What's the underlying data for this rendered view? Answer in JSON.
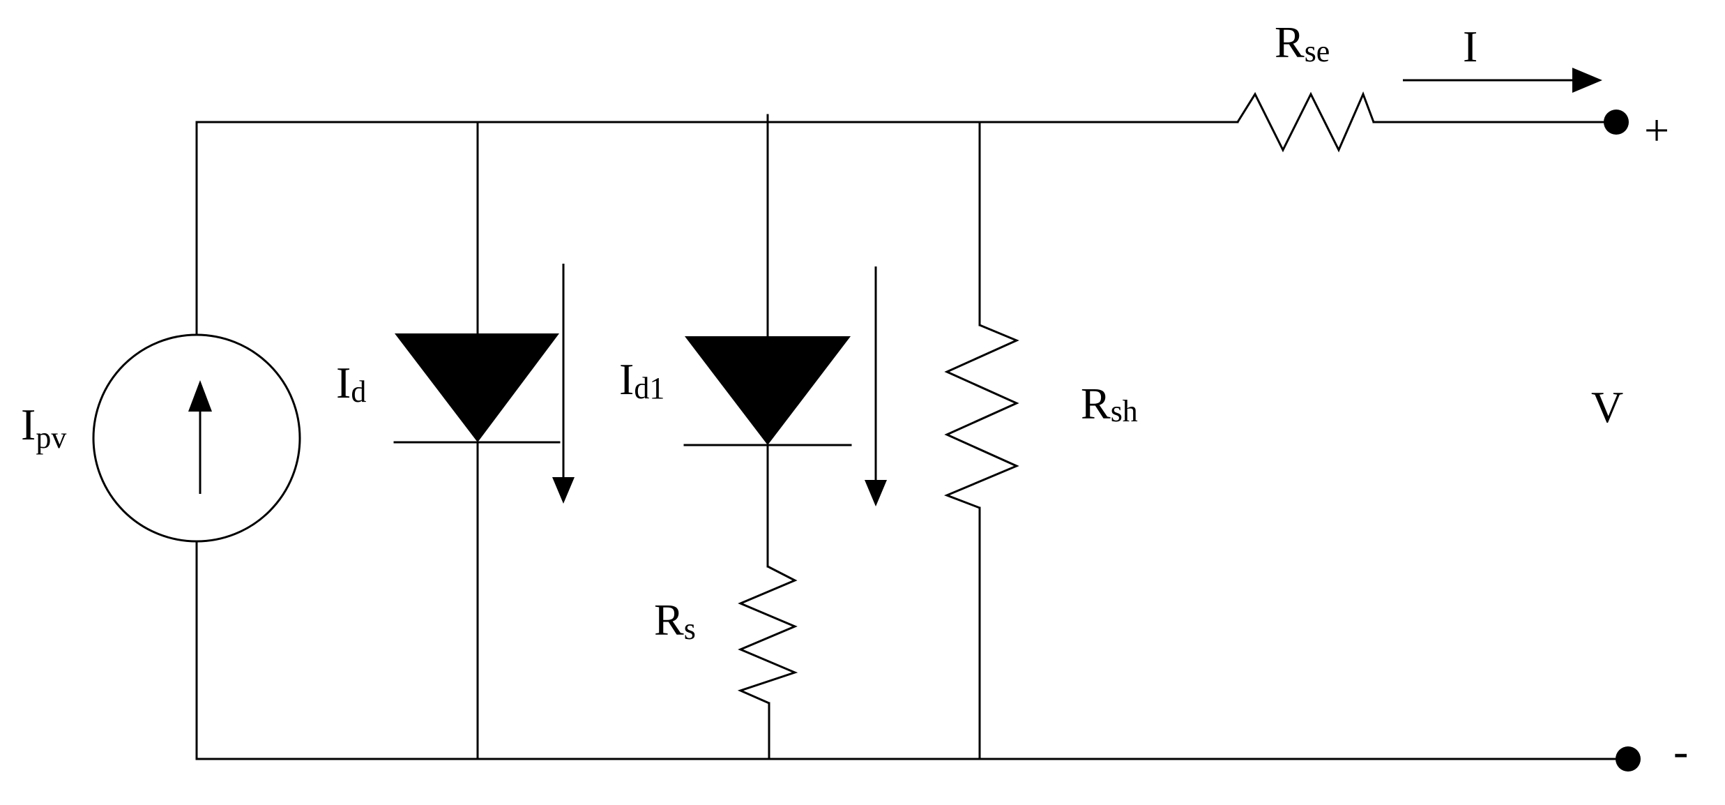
{
  "labels": {
    "source_main": "I",
    "source_sub": "pv",
    "diode1_main": "I",
    "diode1_sub": "d",
    "diode2_main": "I",
    "diode2_sub": "d1",
    "rs_main": "R",
    "rs_sub": "s",
    "rsh_main": "R",
    "rsh_sub": "sh",
    "rse_main": "R",
    "rse_sub": "se",
    "current_out": "I",
    "voltage": "V",
    "plus": "+",
    "minus": "-"
  },
  "colors": {
    "line": "#000000",
    "background": "#ffffff"
  }
}
